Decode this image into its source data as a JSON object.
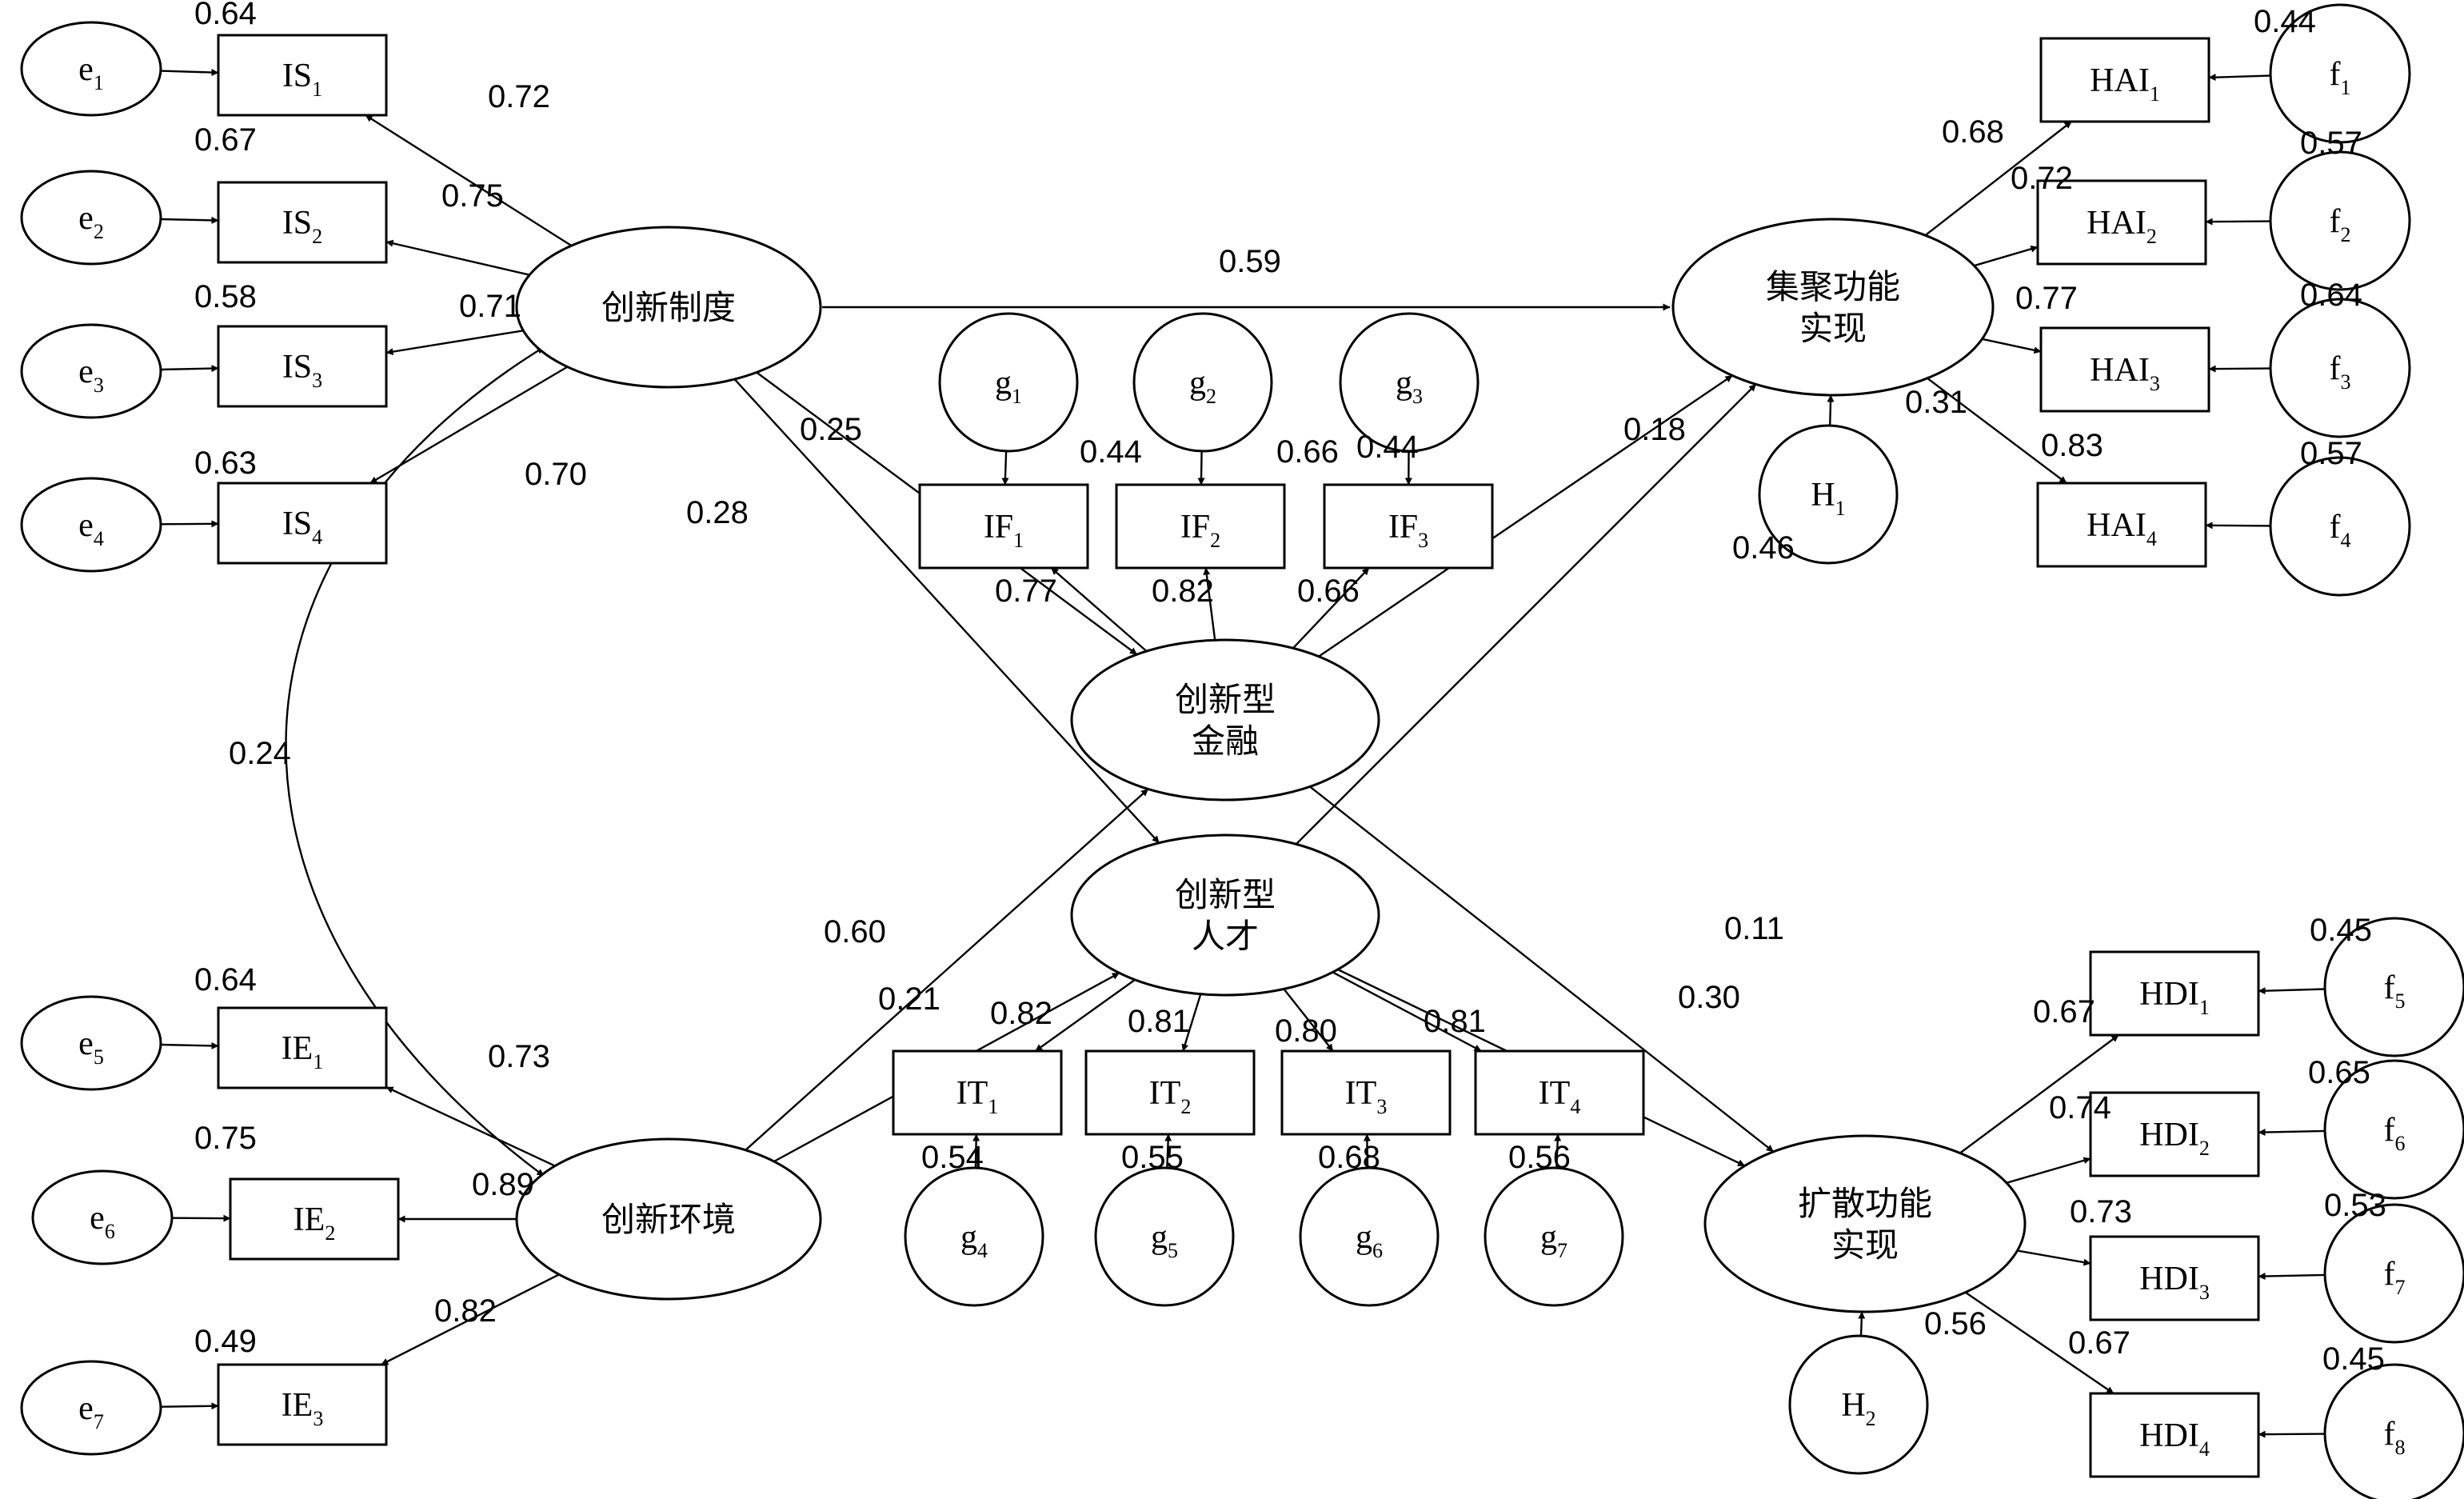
{
  "nodes": [
    {
      "id": "e1",
      "main": "e",
      "sub": "1"
    },
    {
      "id": "e2",
      "main": "e",
      "sub": "2"
    },
    {
      "id": "e3",
      "main": "e",
      "sub": "3"
    },
    {
      "id": "e4",
      "main": "e",
      "sub": "4"
    },
    {
      "id": "e5",
      "main": "e",
      "sub": "5"
    },
    {
      "id": "e6",
      "main": "e",
      "sub": "6"
    },
    {
      "id": "e7",
      "main": "e",
      "sub": "7"
    },
    {
      "id": "IS1",
      "main": "IS",
      "sub": "1"
    },
    {
      "id": "IS2",
      "main": "IS",
      "sub": "2"
    },
    {
      "id": "IS3",
      "main": "IS",
      "sub": "3"
    },
    {
      "id": "IS4",
      "main": "IS",
      "sub": "4"
    },
    {
      "id": "IE1",
      "main": "IE",
      "sub": "1"
    },
    {
      "id": "IE2",
      "main": "IE",
      "sub": "2"
    },
    {
      "id": "IE3",
      "main": "IE",
      "sub": "3"
    },
    {
      "id": "LIS",
      "lines": [
        "创新制度"
      ]
    },
    {
      "id": "LIE",
      "lines": [
        "创新环境"
      ]
    },
    {
      "id": "LIF",
      "lines": [
        "创新型",
        "金融"
      ]
    },
    {
      "id": "LIT",
      "lines": [
        "创新型",
        "人才"
      ]
    },
    {
      "id": "LHA",
      "lines": [
        "集聚功能",
        "实现"
      ]
    },
    {
      "id": "LHD",
      "lines": [
        "扩散功能",
        "实现"
      ]
    },
    {
      "id": "g1",
      "main": "g",
      "sub": "1"
    },
    {
      "id": "g2",
      "main": "g",
      "sub": "2"
    },
    {
      "id": "g3",
      "main": "g",
      "sub": "3"
    },
    {
      "id": "g4",
      "main": "g",
      "sub": "4"
    },
    {
      "id": "g5",
      "main": "g",
      "sub": "5"
    },
    {
      "id": "g6",
      "main": "g",
      "sub": "6"
    },
    {
      "id": "g7",
      "main": "g",
      "sub": "7"
    },
    {
      "id": "IF1",
      "main": "IF",
      "sub": "1"
    },
    {
      "id": "IF2",
      "main": "IF",
      "sub": "2"
    },
    {
      "id": "IF3",
      "main": "IF",
      "sub": "3"
    },
    {
      "id": "IT1",
      "main": "IT",
      "sub": "1"
    },
    {
      "id": "IT2",
      "main": "IT",
      "sub": "2"
    },
    {
      "id": "IT3",
      "main": "IT",
      "sub": "3"
    },
    {
      "id": "IT4",
      "main": "IT",
      "sub": "4"
    },
    {
      "id": "H1",
      "main": "H",
      "sub": "1"
    },
    {
      "id": "H2",
      "main": "H",
      "sub": "2"
    },
    {
      "id": "HAI1",
      "main": "HAI",
      "sub": "1"
    },
    {
      "id": "HAI2",
      "main": "HAI",
      "sub": "2"
    },
    {
      "id": "HAI3",
      "main": "HAI",
      "sub": "3"
    },
    {
      "id": "HAI4",
      "main": "HAI",
      "sub": "4"
    },
    {
      "id": "HDI1",
      "main": "HDI",
      "sub": "1"
    },
    {
      "id": "HDI2",
      "main": "HDI",
      "sub": "2"
    },
    {
      "id": "HDI3",
      "main": "HDI",
      "sub": "3"
    },
    {
      "id": "HDI4",
      "main": "HDI",
      "sub": "4"
    },
    {
      "id": "f1",
      "main": "f",
      "sub": "1"
    },
    {
      "id": "f2",
      "main": "f",
      "sub": "2"
    },
    {
      "id": "f3",
      "main": "f",
      "sub": "3"
    },
    {
      "id": "f4",
      "main": "f",
      "sub": "4"
    },
    {
      "id": "f5",
      "main": "f",
      "sub": "5"
    },
    {
      "id": "f6",
      "main": "f",
      "sub": "6"
    },
    {
      "id": "f7",
      "main": "f",
      "sub": "7"
    },
    {
      "id": "f8",
      "main": "f",
      "sub": "8"
    }
  ],
  "edges": [
    {
      "from": "e1",
      "to": "IS1",
      "label": "0.64"
    },
    {
      "from": "e2",
      "to": "IS2",
      "label": "0.67"
    },
    {
      "from": "e3",
      "to": "IS3",
      "label": "0.58"
    },
    {
      "from": "e4",
      "to": "IS4",
      "label": "0.63"
    },
    {
      "from": "LIS",
      "to": "IS1",
      "label": "0.72"
    },
    {
      "from": "LIS",
      "to": "IS2",
      "label": "0.75"
    },
    {
      "from": "LIS",
      "to": "IS3",
      "label": "0.71"
    },
    {
      "from": "LIS",
      "to": "IS4",
      "label": "0.70"
    },
    {
      "from": "e5",
      "to": "IE1",
      "label": "0.64"
    },
    {
      "from": "e6",
      "to": "IE2",
      "label": "0.75"
    },
    {
      "from": "e7",
      "to": "IE3",
      "label": "0.49"
    },
    {
      "from": "LIE",
      "to": "IE1",
      "label": "0.73"
    },
    {
      "from": "LIE",
      "to": "IE2",
      "label": "0.89"
    },
    {
      "from": "LIE",
      "to": "IE3",
      "label": "0.82"
    },
    {
      "from": "LIS",
      "to": "LIE",
      "label": "0.24",
      "kind": "covariance"
    },
    {
      "from": "LIS",
      "to": "LHA",
      "label": "0.59"
    },
    {
      "from": "LIS",
      "to": "LIF",
      "label": "0.25"
    },
    {
      "from": "LIS",
      "to": "LIT",
      "label": "0.28"
    },
    {
      "from": "LIE",
      "to": "LIF",
      "label": "0.60"
    },
    {
      "from": "LIE",
      "to": "LIT",
      "label": "0.21"
    },
    {
      "from": "g1",
      "to": "IF1",
      "label": "0.44"
    },
    {
      "from": "g2",
      "to": "IF2",
      "label": "0.66"
    },
    {
      "from": "g3",
      "to": "IF3",
      "label": "0.44"
    },
    {
      "from": "LIF",
      "to": "IF1",
      "label": "0.77"
    },
    {
      "from": "LIF",
      "to": "IF2",
      "label": "0.82"
    },
    {
      "from": "LIF",
      "to": "IF3",
      "label": "0.66"
    },
    {
      "from": "LIF",
      "to": "LHA",
      "label": "0.18"
    },
    {
      "from": "LIF",
      "to": "LHD",
      "label": "0.11"
    },
    {
      "from": "LIT",
      "to": "LHA",
      "label": "0.46"
    },
    {
      "from": "LIT",
      "to": "LHD",
      "label": "0.30"
    },
    {
      "from": "LIT",
      "to": "IT1",
      "label": "0.82"
    },
    {
      "from": "LIT",
      "to": "IT2",
      "label": "0.81"
    },
    {
      "from": "LIT",
      "to": "IT3",
      "label": "0.80"
    },
    {
      "from": "LIT",
      "to": "IT4",
      "label": "0.81"
    },
    {
      "from": "g4",
      "to": "IT1",
      "label": "0.54"
    },
    {
      "from": "g5",
      "to": "IT2",
      "label": "0.55"
    },
    {
      "from": "g6",
      "to": "IT3",
      "label": "0.68"
    },
    {
      "from": "g7",
      "to": "IT4",
      "label": "0.56"
    },
    {
      "from": "H1",
      "to": "LHA",
      "label": "0.31"
    },
    {
      "from": "LHA",
      "to": "HAI1",
      "label": "0.68"
    },
    {
      "from": "LHA",
      "to": "HAI2",
      "label": "0.72"
    },
    {
      "from": "LHA",
      "to": "HAI3",
      "label": "0.77"
    },
    {
      "from": "LHA",
      "to": "HAI4",
      "label": "0.83"
    },
    {
      "from": "f1",
      "to": "HAI1",
      "label": "0.44"
    },
    {
      "from": "f2",
      "to": "HAI2",
      "label": "0.57"
    },
    {
      "from": "f3",
      "to": "HAI3",
      "label": "0.64"
    },
    {
      "from": "f4",
      "to": "HAI4",
      "label": "0.57"
    },
    {
      "from": "H2",
      "to": "LHD",
      "label": "0.56"
    },
    {
      "from": "LHD",
      "to": "HDI1",
      "label": "0.67"
    },
    {
      "from": "LHD",
      "to": "HDI2",
      "label": "0.74"
    },
    {
      "from": "LHD",
      "to": "HDI3",
      "label": "0.73"
    },
    {
      "from": "LHD",
      "to": "HDI4",
      "label": "0.67"
    },
    {
      "from": "f5",
      "to": "HDI1",
      "label": "0.45"
    },
    {
      "from": "f6",
      "to": "HDI2",
      "label": "0.65"
    },
    {
      "from": "f7",
      "to": "HDI3",
      "label": "0.53"
    },
    {
      "from": "f8",
      "to": "HDI4",
      "label": "0.45"
    }
  ]
}
